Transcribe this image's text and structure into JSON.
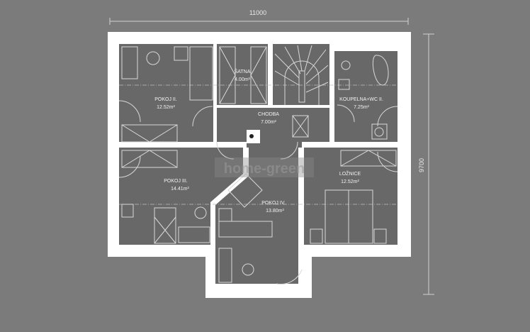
{
  "dimensions": {
    "width": "11000",
    "depth": "9700"
  },
  "watermark": "home-green",
  "rooms": [
    {
      "name": "POKOJ II.",
      "area": "12.52m²"
    },
    {
      "name": "ŠATNA",
      "area": "4.00m²"
    },
    {
      "name": "CHODBA",
      "area": "7.00m²"
    },
    {
      "name": "KOUPELNA+WC II.",
      "area": "7.25m²"
    },
    {
      "name": "POKOJ III.",
      "area": "14.41m²"
    },
    {
      "name": "POKOJ IV.",
      "area": "13.80m²"
    },
    {
      "name": "LOŽNICE",
      "area": "12.52m²"
    }
  ],
  "colors": {
    "background": "#7b7b7b",
    "walls": "#ffffff",
    "floor": "#686868"
  }
}
